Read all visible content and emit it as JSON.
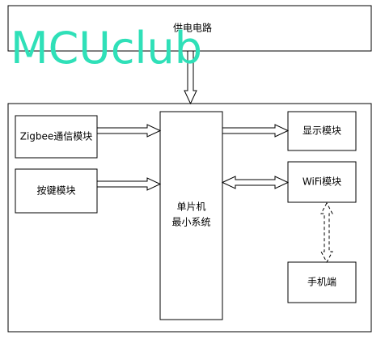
{
  "diagram": {
    "nodes": {
      "power": "供电电路",
      "zigbee": "Zigbee通信模块",
      "keys": "按键模块",
      "mcu_line1": "单片机",
      "mcu_line2": "最小系统",
      "display": "显示模块",
      "wifi": "WiFi模块",
      "phone": "手机端"
    },
    "edges": [
      {
        "from": "power",
        "to": "mcu",
        "style": "hollow-double"
      },
      {
        "from": "zigbee",
        "to": "mcu",
        "style": "hollow-double"
      },
      {
        "from": "keys",
        "to": "mcu",
        "style": "hollow-double"
      },
      {
        "from": "mcu",
        "to": "display",
        "style": "hollow-double"
      },
      {
        "from": "mcu",
        "to": "wifi",
        "style": "hollow-double-bidirectional"
      },
      {
        "from": "wifi",
        "to": "phone",
        "style": "dashed-bidirectional"
      }
    ]
  },
  "watermark": "MCUclub",
  "colors": {
    "stroke": "#000000",
    "watermark": "#2fe0b8"
  }
}
